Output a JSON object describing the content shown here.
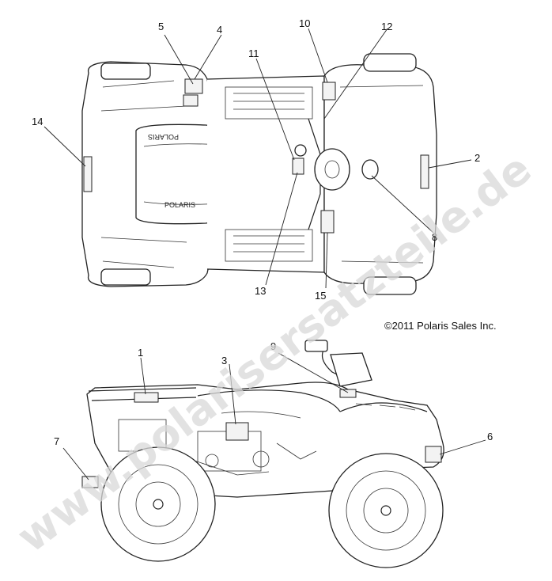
{
  "watermark": "www.polarisersatzteile.de",
  "copyright": "©2011 Polaris Sales Inc.",
  "brand_logo": "POLARIS",
  "callouts": [
    "1",
    "2",
    "3",
    "4",
    "5",
    "6",
    "7",
    "8",
    "9",
    "10",
    "11",
    "12",
    "13",
    "14",
    "15"
  ]
}
